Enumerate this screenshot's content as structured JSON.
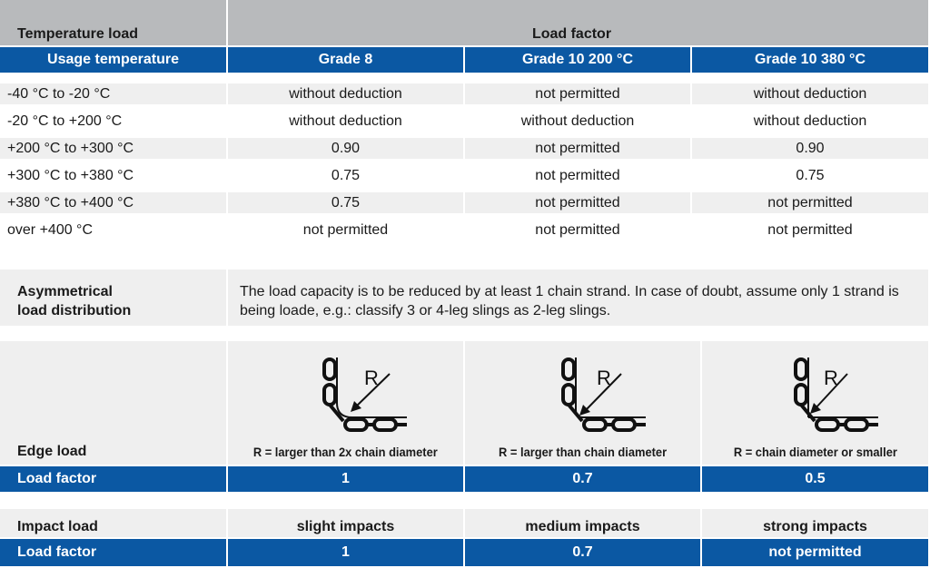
{
  "colors": {
    "header_gray": "#b8babc",
    "blue": "#0b58a3",
    "row_light": "#efefef",
    "text": "#1a1a1a"
  },
  "temperature": {
    "section_label": "Temperature load",
    "group_label": "Load factor",
    "columns": [
      "Usage temperature",
      "Grade 8",
      "Grade 10 200 °C",
      "Grade 10 380 °C"
    ],
    "rows": [
      [
        "-40 °C to -20 °C",
        "without deduction",
        "not permitted",
        "without deduction"
      ],
      [
        "-20 °C to +200 °C",
        "without deduction",
        "without deduction",
        "without deduction"
      ],
      [
        "+200 °C to +300 °C",
        "0.90",
        "not permitted",
        "0.90"
      ],
      [
        "+300 °C to +380 °C",
        "0.75",
        "not permitted",
        "0.75"
      ],
      [
        "+380 °C to +400 °C",
        "0.75",
        "not permitted",
        "not permitted"
      ],
      [
        "over +400 °C",
        "not permitted",
        "not permitted",
        "not permitted"
      ]
    ]
  },
  "asymmetrical": {
    "label_line1": "Asymmetrical",
    "label_line2": "load distribution",
    "text": "The load capacity is to be reduced by at least 1 chain strand. In case of doubt, assume only 1 strand is being loade, e.g.: classify 3 or 4-leg slings as 2-leg slings."
  },
  "edge": {
    "label": "Edge load",
    "factor_label": "Load factor",
    "diagram_letter": "R",
    "cases": [
      {
        "caption": "R = larger than 2x chain diameter",
        "factor": "1",
        "icon": "chain-edge-large-radius-icon"
      },
      {
        "caption": "R = larger than chain diameter",
        "factor": "0.7",
        "icon": "chain-edge-medium-radius-icon"
      },
      {
        "caption": "R = chain diameter or smaller",
        "factor": "0.5",
        "icon": "chain-edge-small-radius-icon"
      }
    ]
  },
  "impact": {
    "label": "Impact load",
    "factor_label": "Load factor",
    "cases": [
      {
        "label": "slight impacts",
        "factor": "1"
      },
      {
        "label": "medium impacts",
        "factor": "0.7"
      },
      {
        "label": "strong impacts",
        "factor": "not permitted"
      }
    ]
  }
}
